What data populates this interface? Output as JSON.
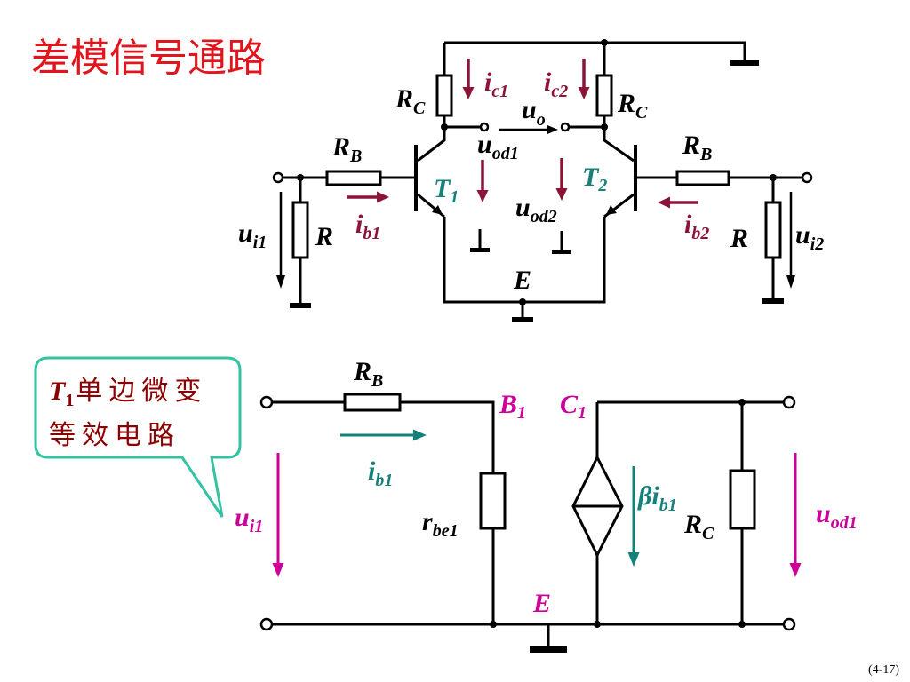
{
  "title": "差模信号通路",
  "page_number": "(4-17)",
  "colors": {
    "title": "#e3141c",
    "current_arrow": "#8c1438",
    "transistor_label": "#16807a",
    "node_label": "#cc0099",
    "equiv_current": "#16807a",
    "callout_border": "#35c2a2",
    "callout_text": "#8b0000"
  },
  "callout": {
    "symbol": "T",
    "symbol_sub": "1",
    "line1": "单边微变",
    "line2": "等效电路"
  },
  "top": {
    "rc_left": {
      "main": "R",
      "sub": "C"
    },
    "rc_right": {
      "main": "R",
      "sub": "C"
    },
    "ic1": {
      "main": "i",
      "sub": "c1"
    },
    "ic2": {
      "main": "i",
      "sub": "c2"
    },
    "uo": {
      "main": "u",
      "sub": "o"
    },
    "uod1": {
      "main": "u",
      "sub": "od1"
    },
    "uod2": {
      "main": "u",
      "sub": "od2"
    },
    "t1": {
      "main": "T",
      "sub": "1"
    },
    "t2": {
      "main": "T",
      "sub": "2"
    },
    "rb_left": {
      "main": "R",
      "sub": "B"
    },
    "rb_right": {
      "main": "R",
      "sub": "B"
    },
    "ib1": {
      "main": "i",
      "sub": "b1"
    },
    "ib2": {
      "main": "i",
      "sub": "b2"
    },
    "r_left": {
      "main": "R"
    },
    "r_right": {
      "main": "R"
    },
    "ui1": {
      "main": "u",
      "sub": "i1"
    },
    "ui2": {
      "main": "u",
      "sub": "i2"
    },
    "e": {
      "main": "E"
    }
  },
  "bottom": {
    "rb": {
      "main": "R",
      "sub": "B"
    },
    "b1": {
      "main": "B",
      "sub": "1"
    },
    "c1": {
      "main": "C",
      "sub": "1"
    },
    "ib1": {
      "main": "i",
      "sub": "b1"
    },
    "rbe1": {
      "main": "r",
      "sub": "be1"
    },
    "beta_ib1": {
      "prefix": "β",
      "main": "i",
      "sub": "b1"
    },
    "rc": {
      "main": "R",
      "sub": "C"
    },
    "ui1": {
      "main": "u",
      "sub": "i1"
    },
    "uod1": {
      "main": "u",
      "sub": "od1"
    },
    "e": {
      "main": "E"
    }
  }
}
